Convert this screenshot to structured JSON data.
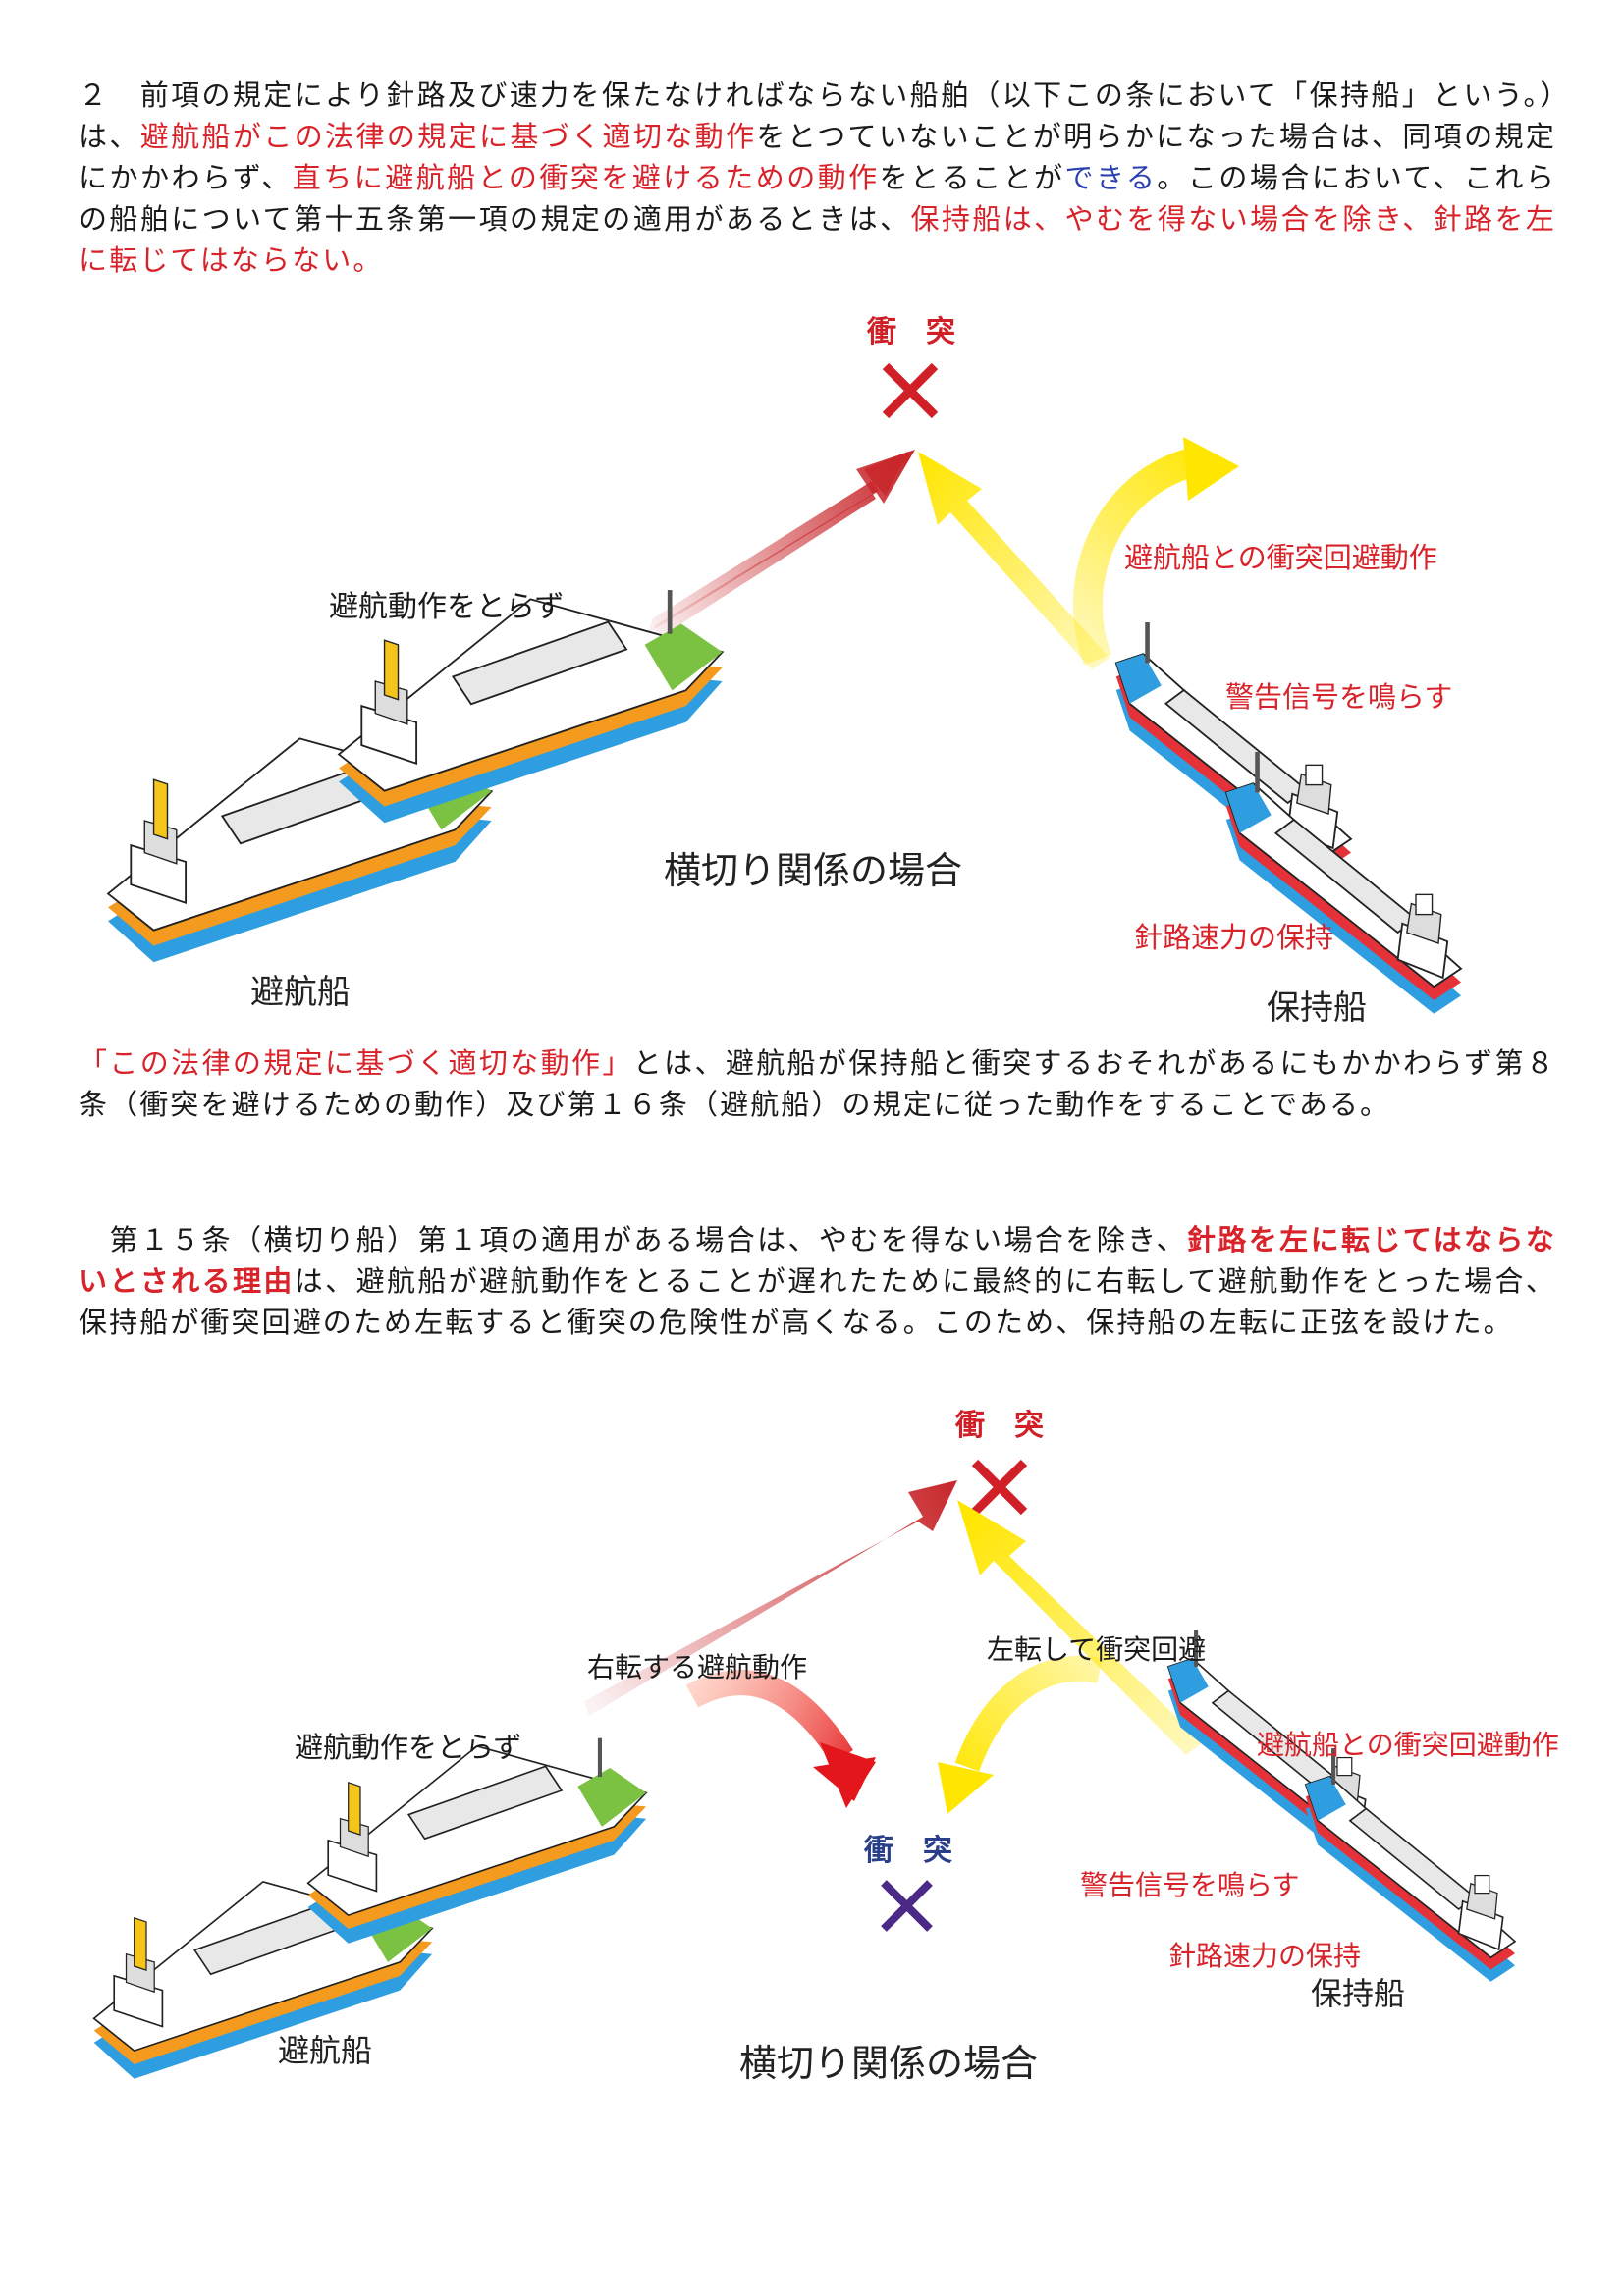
{
  "section1": {
    "text1": "２　前項の規定により針路及び速力を保たなければならない船舶（以下この条において「保持船」という。）は、",
    "red1": "避航船がこの法律の規定に基づく適切な動作",
    "text2": "をとつていないことが明らかになった場合は、同項の規定にかかわらず、",
    "red2": "直ちに避航船との衝突を避けるための動作",
    "text3": "をとることが",
    "blue1": "できる",
    "text4": "。この場合において、これらの船舶について第十五条第一項の規定の適用があるときは、",
    "red3": "保持船は、やむを得ない場合を除き、針路を左に転じてはならない。"
  },
  "figure1": {
    "collision": "衝　突",
    "no_action": "避航動作をとらず",
    "avoid_action": "避航船との衝突回避動作",
    "warning": "警告信号を鳴らす",
    "keep": "針路速力の保持",
    "caption": "横切り関係の場合",
    "give_way_ship": "避航船",
    "stand_on_ship": "保持船"
  },
  "note": {
    "red": "「この法律の規定に基づく適切な動作」",
    "text": "とは、避航船が保持船と衝突するおそれがあるにもかかわらず第８条（衝突を避けるための動作）及び第１６条（避航船）の規定に従った動作をすることである。"
  },
  "section2": {
    "text1": "　第１５条（横切り船）第１項の適用がある場合は、やむを得ない場合を除き、",
    "red_bold": "針路を左に転じてはならないとされる理由",
    "text2": "は、避航船が避航動作をとることが遅れたために最終的に右転して避航動作をとった場合、保持船が衝突回避のため左転すると衝突の危険性が高くなる。このため、保持船の左転に正弦を設けた。"
  },
  "figure2": {
    "collision_top": "衝　突",
    "collision_bottom": "衝　突",
    "right_turn": "右転する避航動作",
    "left_turn": "左転して衝突回避",
    "no_action": "避航動作をとらず",
    "avoid_action": "避航船との衝突回避動作",
    "warning": "警告信号を鳴らす",
    "keep": "針路速力の保持",
    "stand_on_ship": "保持船",
    "give_way_ship": "避航船",
    "caption": "横切り関係の場合"
  },
  "colors": {
    "text_red": "#d8232a",
    "text_blue": "#2a3fb0",
    "arrow_red": "#c8282c",
    "arrow_yellow": "#ffe600",
    "collision_red": "#d01f26",
    "collision_purple": "#4a2a86",
    "give_way_hull": "#f49a1e",
    "stand_on_hull": "#e53238",
    "ship_blue": "#2f9ee0",
    "ship_green": "#7bc242"
  }
}
